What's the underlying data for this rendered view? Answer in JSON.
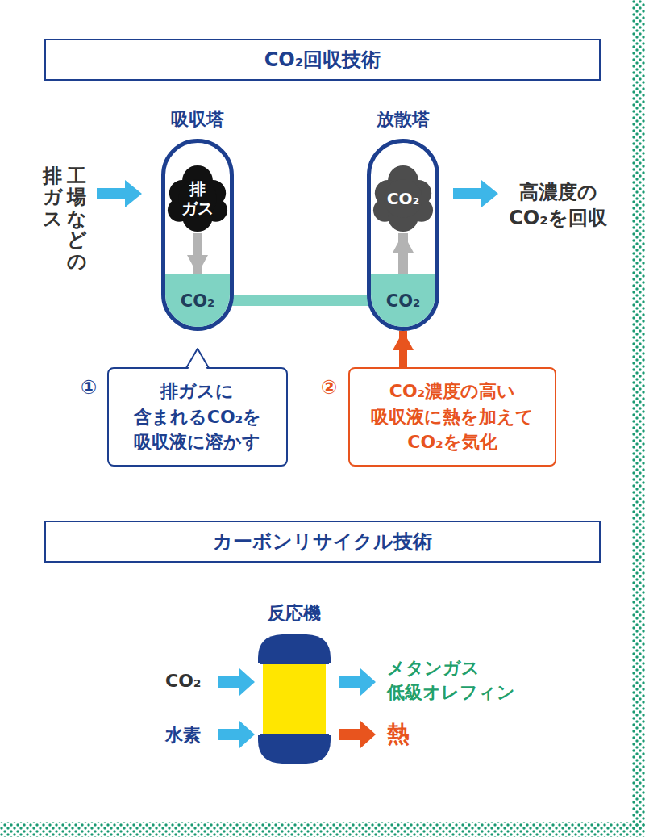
{
  "diagram": {
    "nodes": [
      {
        "text": [
          "CO₂回収技術"
        ]
      },
      {
        "text": [
          "吸収塔"
        ]
      },
      {
        "text": [
          "排 ガス"
        ],
        "in": 1
      },
      {
        "text": [
          "CO₂"
        ],
        "in": 1
      },
      {
        "text": [
          "放散塔"
        ]
      },
      {
        "text": [
          "CO₂"
        ],
        "in": 4
      },
      {
        "text": [
          "CO₂"
        ],
        "in": 4
      },
      {
        "text": [
          "排ガスに 含まれるCO₂を 吸収液に溶かす"
        ]
      },
      {
        "text": [
          "CO₂濃度の高い 吸収液に熱を加えて CO₂を気化"
        ]
      },
      {
        "text": [
          "カーボンリサイクル技術"
        ]
      },
      {
        "text": [
          "反応機"
        ]
      }
    ],
    "edges": [
      {
        "from": 2,
        "to": 3,
        "arrow": "to"
      },
      {
        "from": 3,
        "to": 6,
        "arrow": "none"
      },
      {
        "from": 6,
        "to": 5,
        "arrow": "to"
      },
      {
        "from": 8,
        "to": 4,
        "arrow": "to"
      }
    ],
    "labels": [
      "工場などの",
      "排ガス",
      "高濃度の CO₂を回収",
      "①",
      "②",
      "CO₂",
      "水素",
      "メタンガス 低級オレフィン",
      "熱"
    ]
  }
}
